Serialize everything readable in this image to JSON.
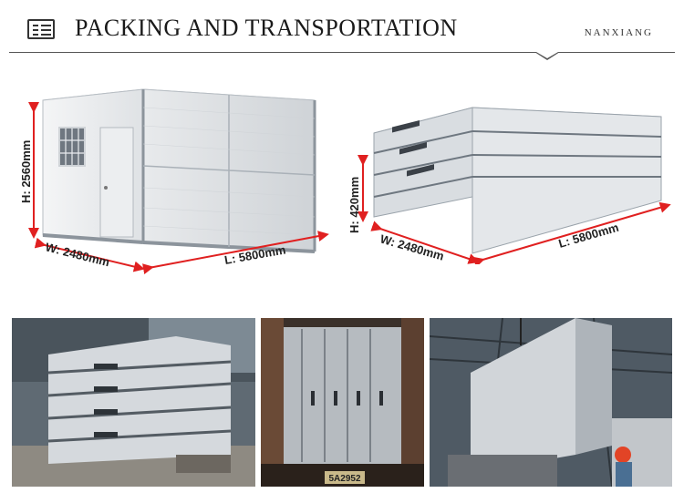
{
  "header": {
    "title": "PACKING AND TRANSPORTATION",
    "brand": "NANXIANG"
  },
  "diagram_unfolded": {
    "height_label": "H: 2560mm",
    "width_label": "W: 2480mm",
    "length_label": "L: 5800mm"
  },
  "diagram_folded": {
    "height_label": "H: 420mm",
    "width_label": "W: 2480mm",
    "length_label": "L: 5800mm"
  },
  "photos": {
    "truck_plate": "5A2952"
  },
  "colors": {
    "arrow_red": "#e02020",
    "panel_white": "#eef0f2",
    "frame_grey": "#9aa3ab"
  }
}
